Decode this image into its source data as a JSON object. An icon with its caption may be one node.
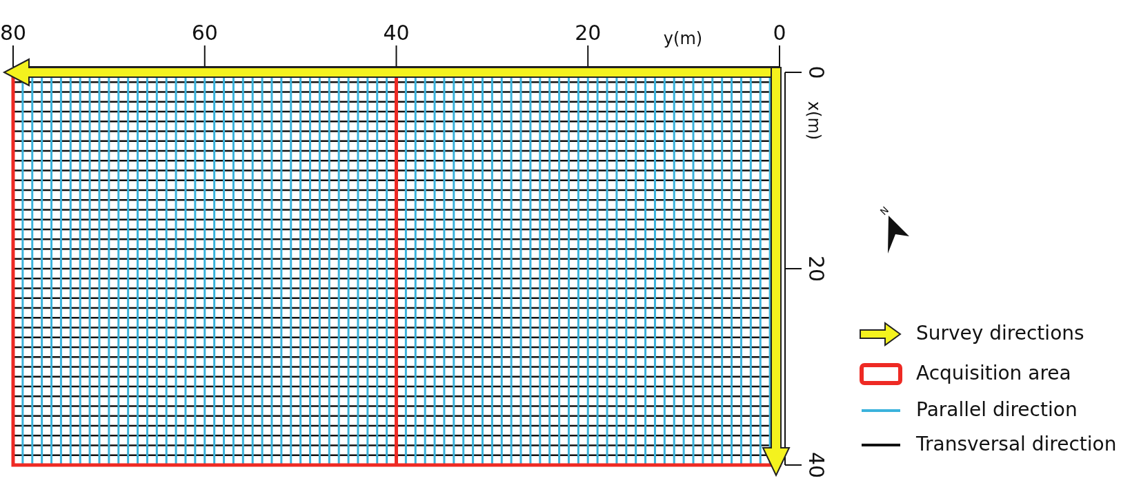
{
  "diagram": {
    "labels": [
      "80",
      "60",
      "40",
      "20",
      "y(m)",
      "0",
      "0",
      "x(m)",
      "N",
      "20",
      "40"
    ],
    "legend": [
      {
        "text": "Survey directions"
      },
      {
        "text": "Acquisition area"
      },
      {
        "text": "Parallel direction"
      },
      {
        "text": "Transversal direction"
      }
    ]
  }
}
